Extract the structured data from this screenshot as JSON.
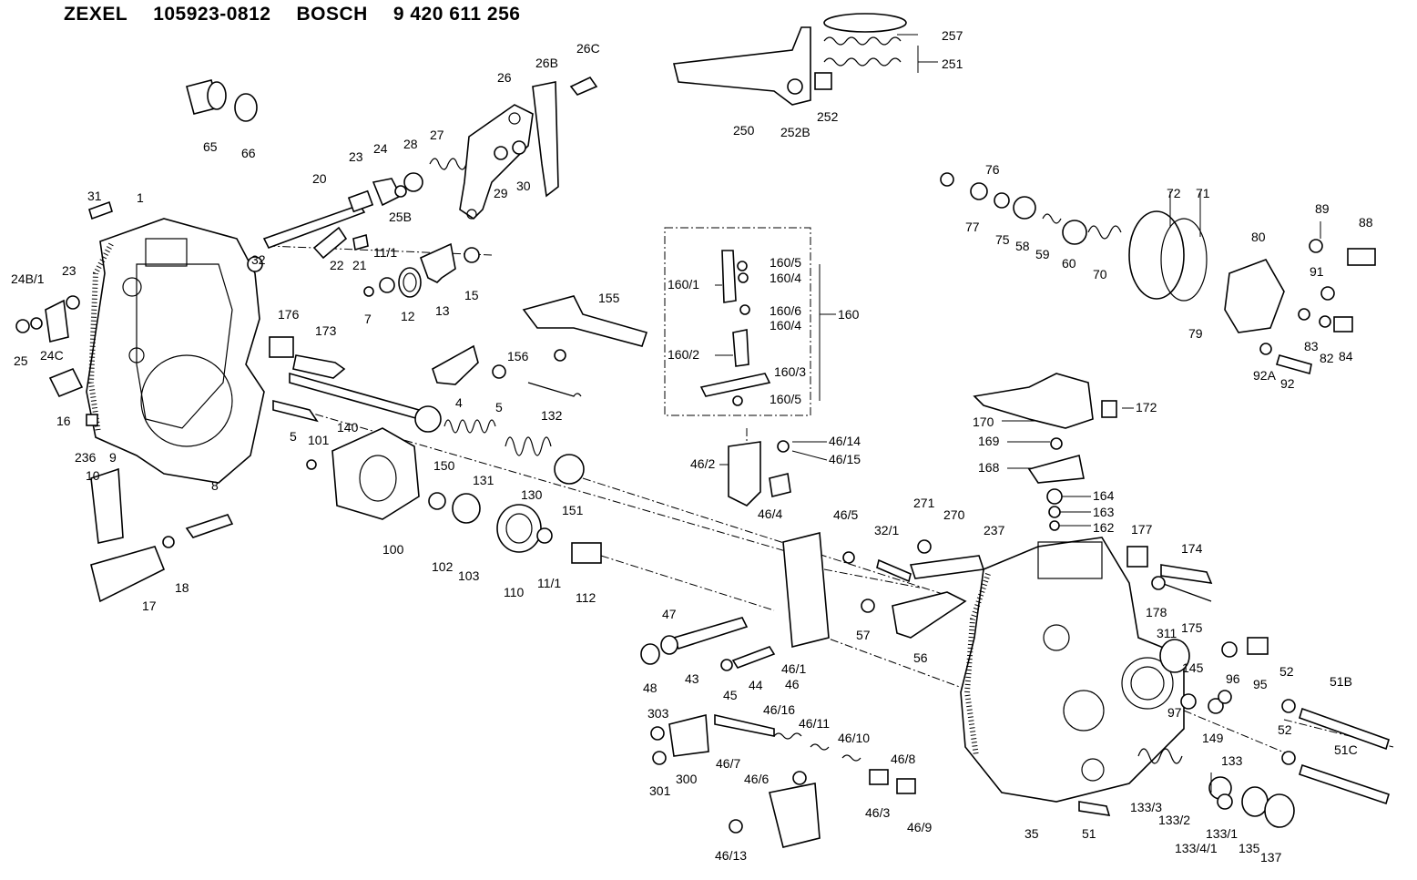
{
  "header": {
    "brand1": "ZEXEL",
    "part_no1": "105923-0812",
    "brand2": "BOSCH",
    "part_no2": "9 420 611 256"
  },
  "labels": [
    {
      "id": "p65",
      "text": "65"
    },
    {
      "id": "p66",
      "text": "66"
    },
    {
      "id": "p26",
      "text": "26"
    },
    {
      "id": "p26B",
      "text": "26B"
    },
    {
      "id": "p26C",
      "text": "26C"
    },
    {
      "id": "p23a",
      "text": "23"
    },
    {
      "id": "p24",
      "text": "24"
    },
    {
      "id": "p28",
      "text": "28"
    },
    {
      "id": "p27",
      "text": "27"
    },
    {
      "id": "p20",
      "text": "20"
    },
    {
      "id": "p25B",
      "text": "25B"
    },
    {
      "id": "p29",
      "text": "29"
    },
    {
      "id": "p30",
      "text": "30"
    },
    {
      "id": "p31",
      "text": "31"
    },
    {
      "id": "p1",
      "text": "1"
    },
    {
      "id": "p22",
      "text": "22"
    },
    {
      "id": "p21",
      "text": "21"
    },
    {
      "id": "p32",
      "text": "32"
    },
    {
      "id": "p11_1a",
      "text": "11/1"
    },
    {
      "id": "p7",
      "text": "7"
    },
    {
      "id": "p12",
      "text": "12"
    },
    {
      "id": "p13",
      "text": "13"
    },
    {
      "id": "p15",
      "text": "15"
    },
    {
      "id": "p24B1",
      "text": "24B/1"
    },
    {
      "id": "p23b",
      "text": "23"
    },
    {
      "id": "p25",
      "text": "25"
    },
    {
      "id": "p24C",
      "text": "24C"
    },
    {
      "id": "p16",
      "text": "16"
    },
    {
      "id": "p176",
      "text": "176"
    },
    {
      "id": "p173",
      "text": "173"
    },
    {
      "id": "p140",
      "text": "140"
    },
    {
      "id": "p5a",
      "text": "5"
    },
    {
      "id": "p236",
      "text": "236"
    },
    {
      "id": "p9",
      "text": "9"
    },
    {
      "id": "p10",
      "text": "10"
    },
    {
      "id": "p101",
      "text": "101"
    },
    {
      "id": "p8",
      "text": "8"
    },
    {
      "id": "p17",
      "text": "17"
    },
    {
      "id": "p18",
      "text": "18"
    },
    {
      "id": "p100",
      "text": "100"
    },
    {
      "id": "p102",
      "text": "102"
    },
    {
      "id": "p103",
      "text": "103"
    },
    {
      "id": "p110",
      "text": "110"
    },
    {
      "id": "p11_1b",
      "text": "11/1"
    },
    {
      "id": "p112",
      "text": "112"
    },
    {
      "id": "p150",
      "text": "150"
    },
    {
      "id": "p131",
      "text": "131"
    },
    {
      "id": "p130",
      "text": "130"
    },
    {
      "id": "p151",
      "text": "151"
    },
    {
      "id": "p4",
      "text": "4"
    },
    {
      "id": "p5b",
      "text": "5"
    },
    {
      "id": "p156",
      "text": "156"
    },
    {
      "id": "p132",
      "text": "132"
    },
    {
      "id": "p155",
      "text": "155"
    },
    {
      "id": "p257",
      "text": "257"
    },
    {
      "id": "p251",
      "text": "251"
    },
    {
      "id": "p250",
      "text": "250"
    },
    {
      "id": "p252B",
      "text": "252B"
    },
    {
      "id": "p252",
      "text": "252"
    },
    {
      "id": "p160_5a",
      "text": "160/5"
    },
    {
      "id": "p160_4a",
      "text": "160/4"
    },
    {
      "id": "p160_1",
      "text": "160/1"
    },
    {
      "id": "p160_6",
      "text": "160/6"
    },
    {
      "id": "p160_4b",
      "text": "160/4"
    },
    {
      "id": "p160",
      "text": "160"
    },
    {
      "id": "p160_2",
      "text": "160/2"
    },
    {
      "id": "p160_3",
      "text": "160/3"
    },
    {
      "id": "p160_5b",
      "text": "160/5"
    },
    {
      "id": "p46_14",
      "text": "46/14"
    },
    {
      "id": "p46_15",
      "text": "46/15"
    },
    {
      "id": "p46_2",
      "text": "46/2"
    },
    {
      "id": "p46_4",
      "text": "46/4"
    },
    {
      "id": "p77",
      "text": "77"
    },
    {
      "id": "p76",
      "text": "76"
    },
    {
      "id": "p75",
      "text": "75"
    },
    {
      "id": "p58",
      "text": "58"
    },
    {
      "id": "p59",
      "text": "59"
    },
    {
      "id": "p60",
      "text": "60"
    },
    {
      "id": "p70",
      "text": "70"
    },
    {
      "id": "p72",
      "text": "72"
    },
    {
      "id": "p71",
      "text": "71"
    },
    {
      "id": "p79",
      "text": "79"
    },
    {
      "id": "p80",
      "text": "80"
    },
    {
      "id": "p89",
      "text": "89"
    },
    {
      "id": "p88",
      "text": "88"
    },
    {
      "id": "p91",
      "text": "91"
    },
    {
      "id": "p83",
      "text": "83"
    },
    {
      "id": "p82",
      "text": "82"
    },
    {
      "id": "p84",
      "text": "84"
    },
    {
      "id": "p92A",
      "text": "92A"
    },
    {
      "id": "p92",
      "text": "92"
    },
    {
      "id": "p172",
      "text": "172"
    },
    {
      "id": "p170",
      "text": "170"
    },
    {
      "id": "p169",
      "text": "169"
    },
    {
      "id": "p168",
      "text": "168"
    },
    {
      "id": "p164",
      "text": "164"
    },
    {
      "id": "p163",
      "text": "163"
    },
    {
      "id": "p162",
      "text": "162"
    },
    {
      "id": "p46_5",
      "text": "46/5"
    },
    {
      "id": "p271",
      "text": "271"
    },
    {
      "id": "p270",
      "text": "270"
    },
    {
      "id": "p237",
      "text": "237"
    },
    {
      "id": "p32_1",
      "text": "32/1"
    },
    {
      "id": "p177",
      "text": "177"
    },
    {
      "id": "p174",
      "text": "174"
    },
    {
      "id": "p178",
      "text": "178"
    },
    {
      "id": "p175",
      "text": "175"
    },
    {
      "id": "p57",
      "text": "57"
    },
    {
      "id": "p56",
      "text": "56"
    },
    {
      "id": "p311",
      "text": "311"
    },
    {
      "id": "p47",
      "text": "47"
    },
    {
      "id": "p48",
      "text": "48"
    },
    {
      "id": "p43",
      "text": "43"
    },
    {
      "id": "p45",
      "text": "45"
    },
    {
      "id": "p44",
      "text": "44"
    },
    {
      "id": "p46_1",
      "text": "46/1"
    },
    {
      "id": "p46",
      "text": "46"
    },
    {
      "id": "p145",
      "text": "145"
    },
    {
      "id": "p96",
      "text": "96"
    },
    {
      "id": "p95",
      "text": "95"
    },
    {
      "id": "p52a",
      "text": "52"
    },
    {
      "id": "p51B",
      "text": "51B"
    },
    {
      "id": "p97",
      "text": "97"
    },
    {
      "id": "p149",
      "text": "149"
    },
    {
      "id": "p52b",
      "text": "52"
    },
    {
      "id": "p51C",
      "text": "51C"
    },
    {
      "id": "p303",
      "text": "303"
    },
    {
      "id": "p301",
      "text": "301"
    },
    {
      "id": "p300",
      "text": "300"
    },
    {
      "id": "p46_7",
      "text": "46/7"
    },
    {
      "id": "p46_16",
      "text": "46/16"
    },
    {
      "id": "p46_11",
      "text": "46/11"
    },
    {
      "id": "p46_10",
      "text": "46/10"
    },
    {
      "id": "p46_8",
      "text": "46/8"
    },
    {
      "id": "p46_6",
      "text": "46/6"
    },
    {
      "id": "p46_3",
      "text": "46/3"
    },
    {
      "id": "p46_9",
      "text": "46/9"
    },
    {
      "id": "p46_13",
      "text": "46/13"
    },
    {
      "id": "p35",
      "text": "35"
    },
    {
      "id": "p51",
      "text": "51"
    },
    {
      "id": "p133",
      "text": "133"
    },
    {
      "id": "p133_3",
      "text": "133/3"
    },
    {
      "id": "p133_2",
      "text": "133/2"
    },
    {
      "id": "p133_4_1",
      "text": "133/4/1"
    },
    {
      "id": "p133_1",
      "text": "133/1"
    },
    {
      "id": "p135",
      "text": "135"
    },
    {
      "id": "p137",
      "text": "137"
    }
  ]
}
